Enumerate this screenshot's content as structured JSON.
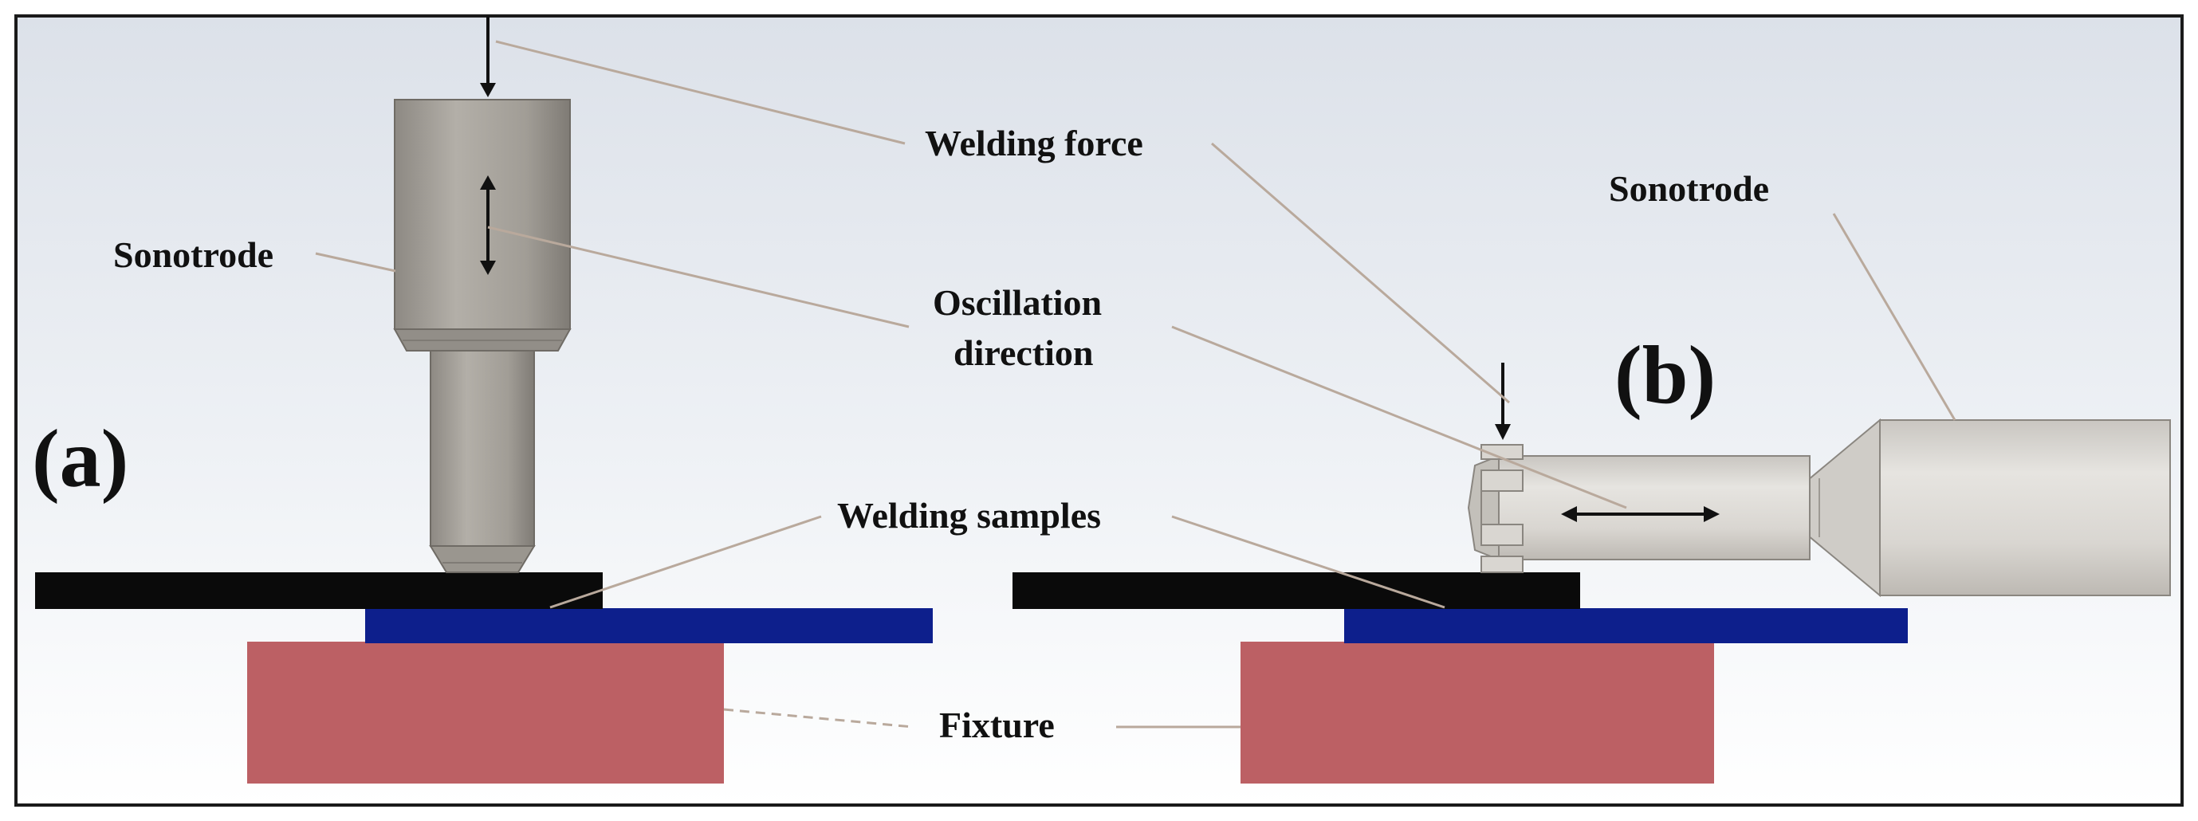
{
  "labels": {
    "panel_a": "(a)",
    "panel_b": "(b)",
    "welding_force": "Welding force",
    "sonotrode_a": "Sonotrode",
    "sonotrode_b": "Sonotrode",
    "oscillation_line1": "Oscillation",
    "oscillation_line2": "direction",
    "welding_samples": "Welding samples",
    "fixture": "Fixture"
  },
  "colors": {
    "background_top": "#dde2ea",
    "background_bottom": "#ffffff",
    "sonotrode_a_body": "#a8a49d",
    "sonotrode_b_body": "#d6d3ce",
    "top_sample": "#0a0a0a",
    "bottom_sample": "#0d1f8c",
    "fixture": "#bc6064",
    "leader_line": "#b9a99c",
    "border": "#1a1a1a"
  },
  "icons": {
    "force_arrow": "down-arrow-icon",
    "oscillation_arrow_a": "vertical-double-arrow-icon",
    "oscillation_arrow_b": "horizontal-double-arrow-icon"
  }
}
